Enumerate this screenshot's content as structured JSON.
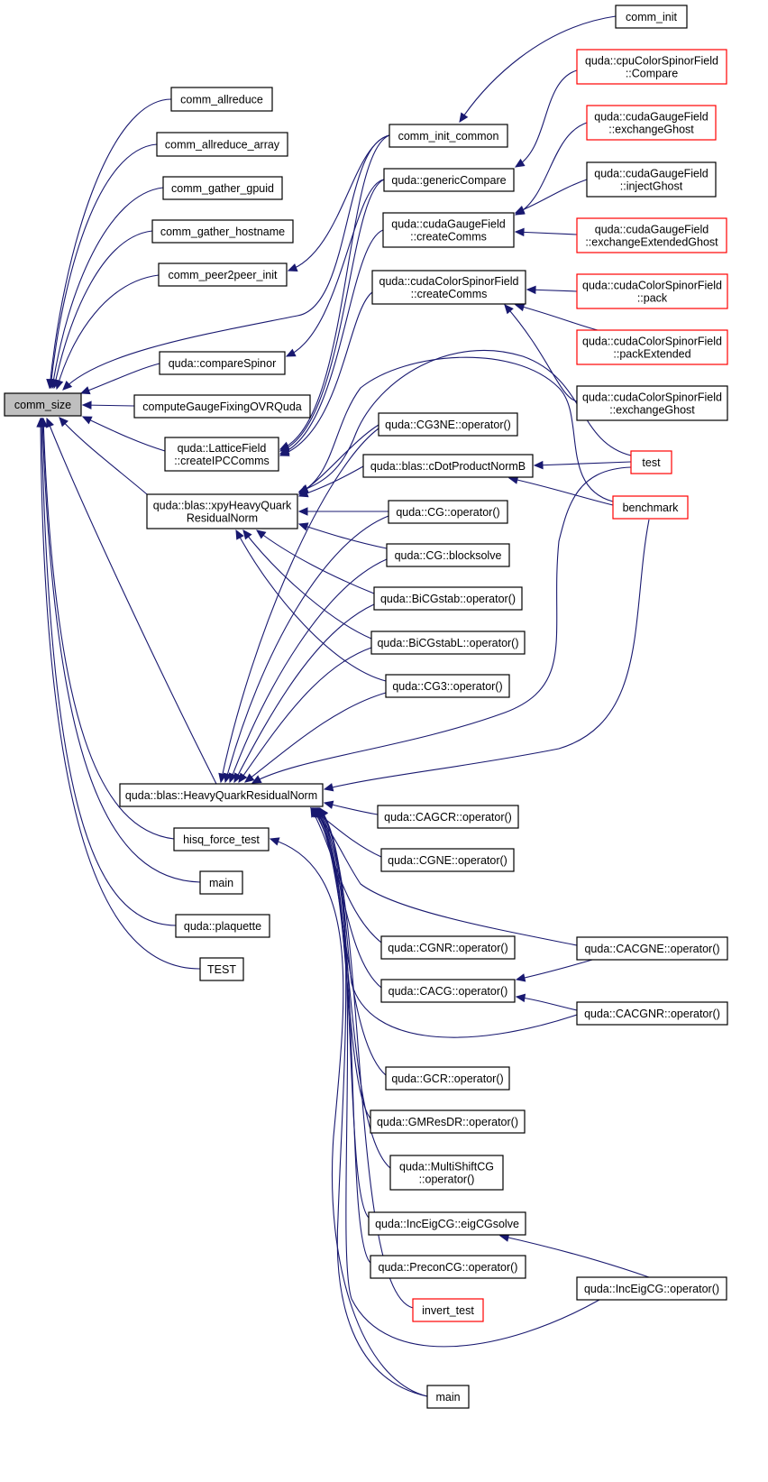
{
  "colors": {
    "edge": "#191970",
    "node_border": "#000000",
    "node_border_truncated": "#ff0000",
    "root_fill": "#bfbfbf",
    "node_fill": "#ffffff"
  },
  "nodes": [
    {
      "id": "comm_size",
      "lines": [
        "comm_size"
      ],
      "root": true
    },
    {
      "id": "comm_allreduce",
      "lines": [
        "comm_allreduce"
      ]
    },
    {
      "id": "comm_allreduce_array",
      "lines": [
        "comm_allreduce_array"
      ]
    },
    {
      "id": "comm_gather_gpuid",
      "lines": [
        "comm_gather_gpuid"
      ]
    },
    {
      "id": "comm_gather_hostname",
      "lines": [
        "comm_gather_hostname"
      ]
    },
    {
      "id": "comm_peer2peer_init",
      "lines": [
        "comm_peer2peer_init"
      ]
    },
    {
      "id": "compareSpinor",
      "lines": [
        "quda::compareSpinor"
      ]
    },
    {
      "id": "computeGaugeFixingOVRQuda",
      "lines": [
        "computeGaugeFixingOVRQuda"
      ]
    },
    {
      "id": "createIPCComms",
      "lines": [
        "quda::LatticeField",
        "::createIPCComms"
      ]
    },
    {
      "id": "xpyHeavyQuark",
      "lines": [
        "quda::blas::xpyHeavyQuark",
        "ResidualNorm"
      ]
    },
    {
      "id": "HeavyQuarkResidualNorm",
      "lines": [
        "quda::blas::HeavyQuarkResidualNorm"
      ]
    },
    {
      "id": "hisq_force_test",
      "lines": [
        "hisq_force_test"
      ]
    },
    {
      "id": "main1",
      "lines": [
        "main"
      ]
    },
    {
      "id": "plaquette",
      "lines": [
        "quda::plaquette"
      ]
    },
    {
      "id": "TEST",
      "lines": [
        "TEST"
      ]
    },
    {
      "id": "comm_init",
      "lines": [
        "comm_init"
      ]
    },
    {
      "id": "comm_init_common",
      "lines": [
        "comm_init_common"
      ]
    },
    {
      "id": "genericCompare",
      "lines": [
        "quda::genericCompare"
      ]
    },
    {
      "id": "cudaGaugeField_createComms",
      "lines": [
        "quda::cudaGaugeField",
        "::createComms"
      ]
    },
    {
      "id": "cudaColorSpinorField_createComms",
      "lines": [
        "quda::cudaColorSpinorField",
        "::createComms"
      ]
    },
    {
      "id": "cpuColorSpinorField_Compare",
      "lines": [
        "quda::cpuColorSpinorField",
        "::Compare"
      ],
      "truncated": true
    },
    {
      "id": "cudaGaugeField_exchangeGhost",
      "lines": [
        "quda::cudaGaugeField",
        "::exchangeGhost"
      ],
      "truncated": true
    },
    {
      "id": "cudaGaugeField_injectGhost",
      "lines": [
        "quda::cudaGaugeField",
        "::injectGhost"
      ]
    },
    {
      "id": "cudaGaugeField_exchangeExtendedGhost",
      "lines": [
        "quda::cudaGaugeField",
        "::exchangeExtendedGhost"
      ],
      "truncated": true
    },
    {
      "id": "cudaColorSpinorField_pack",
      "lines": [
        "quda::cudaColorSpinorField",
        "::pack"
      ],
      "truncated": true
    },
    {
      "id": "cudaColorSpinorField_packExtended",
      "lines": [
        "quda::cudaColorSpinorField",
        "::packExtended"
      ],
      "truncated": true
    },
    {
      "id": "cudaColorSpinorField_exchangeGhost",
      "lines": [
        "quda::cudaColorSpinorField",
        "::exchangeGhost"
      ]
    },
    {
      "id": "CG3NE",
      "lines": [
        "quda::CG3NE::operator()"
      ]
    },
    {
      "id": "cDotProductNormB",
      "lines": [
        "quda::blas::cDotProductNormB"
      ]
    },
    {
      "id": "CG_op",
      "lines": [
        "quda::CG::operator()"
      ]
    },
    {
      "id": "CG_blocksolve",
      "lines": [
        "quda::CG::blocksolve"
      ]
    },
    {
      "id": "BiCGstab",
      "lines": [
        "quda::BiCGstab::operator()"
      ]
    },
    {
      "id": "BiCGstabL",
      "lines": [
        "quda::BiCGstabL::operator()"
      ]
    },
    {
      "id": "CG3",
      "lines": [
        "quda::CG3::operator()"
      ]
    },
    {
      "id": "test",
      "lines": [
        "test"
      ],
      "truncated": true
    },
    {
      "id": "benchmark",
      "lines": [
        "benchmark"
      ],
      "truncated": true
    },
    {
      "id": "CAGCR",
      "lines": [
        "quda::CAGCR::operator()"
      ]
    },
    {
      "id": "CGNE",
      "lines": [
        "quda::CGNE::operator()"
      ]
    },
    {
      "id": "CGNR",
      "lines": [
        "quda::CGNR::operator()"
      ]
    },
    {
      "id": "CACG",
      "lines": [
        "quda::CACG::operator()"
      ]
    },
    {
      "id": "GCR",
      "lines": [
        "quda::GCR::operator()"
      ]
    },
    {
      "id": "GMResDR",
      "lines": [
        "quda::GMResDR::operator()"
      ]
    },
    {
      "id": "MultiShiftCG",
      "lines": [
        "quda::MultiShiftCG",
        "::operator()"
      ]
    },
    {
      "id": "IncEigCG_eigCGsolve",
      "lines": [
        "quda::IncEigCG::eigCGsolve"
      ]
    },
    {
      "id": "PreconCG",
      "lines": [
        "quda::PreconCG::operator()"
      ]
    },
    {
      "id": "invert_test",
      "lines": [
        "invert_test"
      ],
      "truncated": true
    },
    {
      "id": "main2",
      "lines": [
        "main"
      ]
    },
    {
      "id": "CACGNE",
      "lines": [
        "quda::CACGNE::operator()"
      ]
    },
    {
      "id": "CACGNR",
      "lines": [
        "quda::CACGNR::operator()"
      ]
    },
    {
      "id": "IncEigCG_op",
      "lines": [
        "quda::IncEigCG::operator()"
      ]
    }
  ],
  "edges": [
    {
      "from": "comm_allreduce",
      "to": "comm_size"
    },
    {
      "from": "comm_allreduce_array",
      "to": "comm_size"
    },
    {
      "from": "comm_gather_gpuid",
      "to": "comm_size"
    },
    {
      "from": "comm_gather_hostname",
      "to": "comm_size"
    },
    {
      "from": "comm_peer2peer_init",
      "to": "comm_size"
    },
    {
      "from": "comm_init_common",
      "to": "comm_size"
    },
    {
      "from": "compareSpinor",
      "to": "comm_size"
    },
    {
      "from": "computeGaugeFixingOVRQuda",
      "to": "comm_size"
    },
    {
      "from": "createIPCComms",
      "to": "comm_size"
    },
    {
      "from": "xpyHeavyQuark",
      "to": "comm_size"
    },
    {
      "from": "HeavyQuarkResidualNorm",
      "to": "comm_size"
    },
    {
      "from": "hisq_force_test",
      "to": "comm_size"
    },
    {
      "from": "main1",
      "to": "comm_size"
    },
    {
      "from": "plaquette",
      "to": "comm_size"
    },
    {
      "from": "TEST",
      "to": "comm_size"
    },
    {
      "from": "comm_init_common",
      "to": "comm_peer2peer_init"
    },
    {
      "from": "comm_init",
      "to": "comm_init_common"
    },
    {
      "from": "genericCompare",
      "to": "compareSpinor"
    },
    {
      "from": "cpuColorSpinorField_Compare",
      "to": "genericCompare"
    },
    {
      "from": "comm_init_common",
      "to": "createIPCComms"
    },
    {
      "from": "genericCompare",
      "to": "createIPCComms"
    },
    {
      "from": "cudaGaugeField_createComms",
      "to": "createIPCComms"
    },
    {
      "from": "cudaColorSpinorField_createComms",
      "to": "createIPCComms"
    },
    {
      "from": "cudaGaugeField_exchangeGhost",
      "to": "cudaGaugeField_createComms"
    },
    {
      "from": "cudaGaugeField_injectGhost",
      "to": "cudaGaugeField_createComms"
    },
    {
      "from": "cudaGaugeField_exchangeExtendedGhost",
      "to": "cudaGaugeField_createComms"
    },
    {
      "from": "cudaColorSpinorField_pack",
      "to": "cudaColorSpinorField_createComms"
    },
    {
      "from": "cudaColorSpinorField_packExtended",
      "to": "cudaColorSpinorField_createComms"
    },
    {
      "from": "cudaColorSpinorField_exchangeGhost",
      "to": "cudaColorSpinorField_createComms"
    },
    {
      "from": "CG3NE",
      "to": "xpyHeavyQuark"
    },
    {
      "from": "cDotProductNormB",
      "to": "xpyHeavyQuark"
    },
    {
      "from": "CG_op",
      "to": "xpyHeavyQuark"
    },
    {
      "from": "CG_blocksolve",
      "to": "xpyHeavyQuark"
    },
    {
      "from": "BiCGstab",
      "to": "xpyHeavyQuark"
    },
    {
      "from": "BiCGstabL",
      "to": "xpyHeavyQuark"
    },
    {
      "from": "CG3",
      "to": "xpyHeavyQuark"
    },
    {
      "from": "test",
      "to": "xpyHeavyQuark"
    },
    {
      "from": "benchmark",
      "to": "xpyHeavyQuark"
    },
    {
      "from": "test",
      "to": "cDotProductNormB"
    },
    {
      "from": "benchmark",
      "to": "cDotProductNormB"
    },
    {
      "from": "CG3NE",
      "to": "HeavyQuarkResidualNorm"
    },
    {
      "from": "CG_op",
      "to": "HeavyQuarkResidualNorm"
    },
    {
      "from": "CG_blocksolve",
      "to": "HeavyQuarkResidualNorm"
    },
    {
      "from": "BiCGstab",
      "to": "HeavyQuarkResidualNorm"
    },
    {
      "from": "BiCGstabL",
      "to": "HeavyQuarkResidualNorm"
    },
    {
      "from": "CG3",
      "to": "HeavyQuarkResidualNorm"
    },
    {
      "from": "test",
      "to": "HeavyQuarkResidualNorm"
    },
    {
      "from": "benchmark",
      "to": "HeavyQuarkResidualNorm"
    },
    {
      "from": "CAGCR",
      "to": "HeavyQuarkResidualNorm"
    },
    {
      "from": "CGNE",
      "to": "HeavyQuarkResidualNorm"
    },
    {
      "from": "CACGNE",
      "to": "HeavyQuarkResidualNorm"
    },
    {
      "from": "CGNR",
      "to": "HeavyQuarkResidualNorm"
    },
    {
      "from": "CACG",
      "to": "HeavyQuarkResidualNorm"
    },
    {
      "from": "CACGNR",
      "to": "HeavyQuarkResidualNorm"
    },
    {
      "from": "GCR",
      "to": "HeavyQuarkResidualNorm"
    },
    {
      "from": "GMResDR",
      "to": "HeavyQuarkResidualNorm"
    },
    {
      "from": "MultiShiftCG",
      "to": "HeavyQuarkResidualNorm"
    },
    {
      "from": "IncEigCG_eigCGsolve",
      "to": "HeavyQuarkResidualNorm"
    },
    {
      "from": "PreconCG",
      "to": "HeavyQuarkResidualNorm"
    },
    {
      "from": "invert_test",
      "to": "HeavyQuarkResidualNorm"
    },
    {
      "from": "IncEigCG_op",
      "to": "HeavyQuarkResidualNorm"
    },
    {
      "from": "main2",
      "to": "HeavyQuarkResidualNorm"
    },
    {
      "from": "main2",
      "to": "hisq_force_test"
    },
    {
      "from": "CACGNE",
      "to": "CACG"
    },
    {
      "from": "CACGNR",
      "to": "CACG"
    },
    {
      "from": "IncEigCG_op",
      "to": "IncEigCG_eigCGsolve"
    }
  ]
}
